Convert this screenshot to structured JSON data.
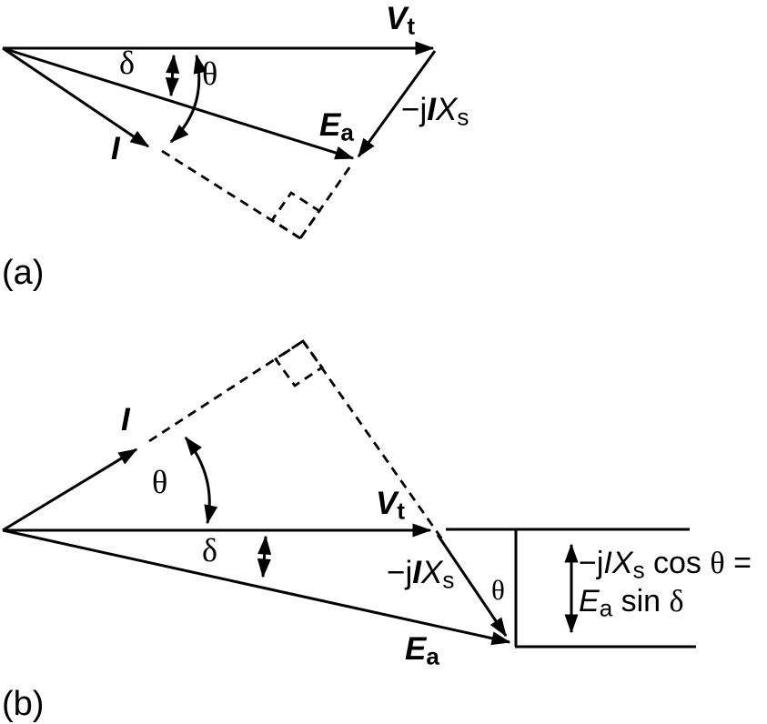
{
  "figure": {
    "background": "#ffffff",
    "ink": "#000000"
  },
  "panel_a": {
    "caption": "(a)",
    "labels": {
      "vt_main": "V",
      "vt_sub": "t",
      "delta": "δ",
      "theta": "θ",
      "ea_main": "E",
      "ea_sub": "a",
      "i": "I",
      "jixs_prefix": "−j",
      "jixs_i": "I",
      "jixs_x": "X",
      "jixs_sub": "s"
    }
  },
  "panel_b": {
    "caption": "(b)",
    "labels": {
      "i": "I",
      "theta": "θ",
      "vt_main": "V",
      "vt_sub": "t",
      "delta": "δ",
      "jixs_prefix": "−j",
      "jixs_i": "I",
      "jixs_x": "X",
      "jixs_sub": "s",
      "theta_small": "θ",
      "ea_main": "E",
      "ea_sub": "a"
    },
    "equation": {
      "line1_prefix": "−j",
      "line1_i": "I",
      "line1_x": "X",
      "line1_sub": "s",
      "line1_cos": " cos ",
      "line1_theta": "θ",
      "line1_equals": " =",
      "line2_e": "E",
      "line2_sub": "a",
      "line2_sin": " sin ",
      "line2_delta": "δ"
    }
  }
}
